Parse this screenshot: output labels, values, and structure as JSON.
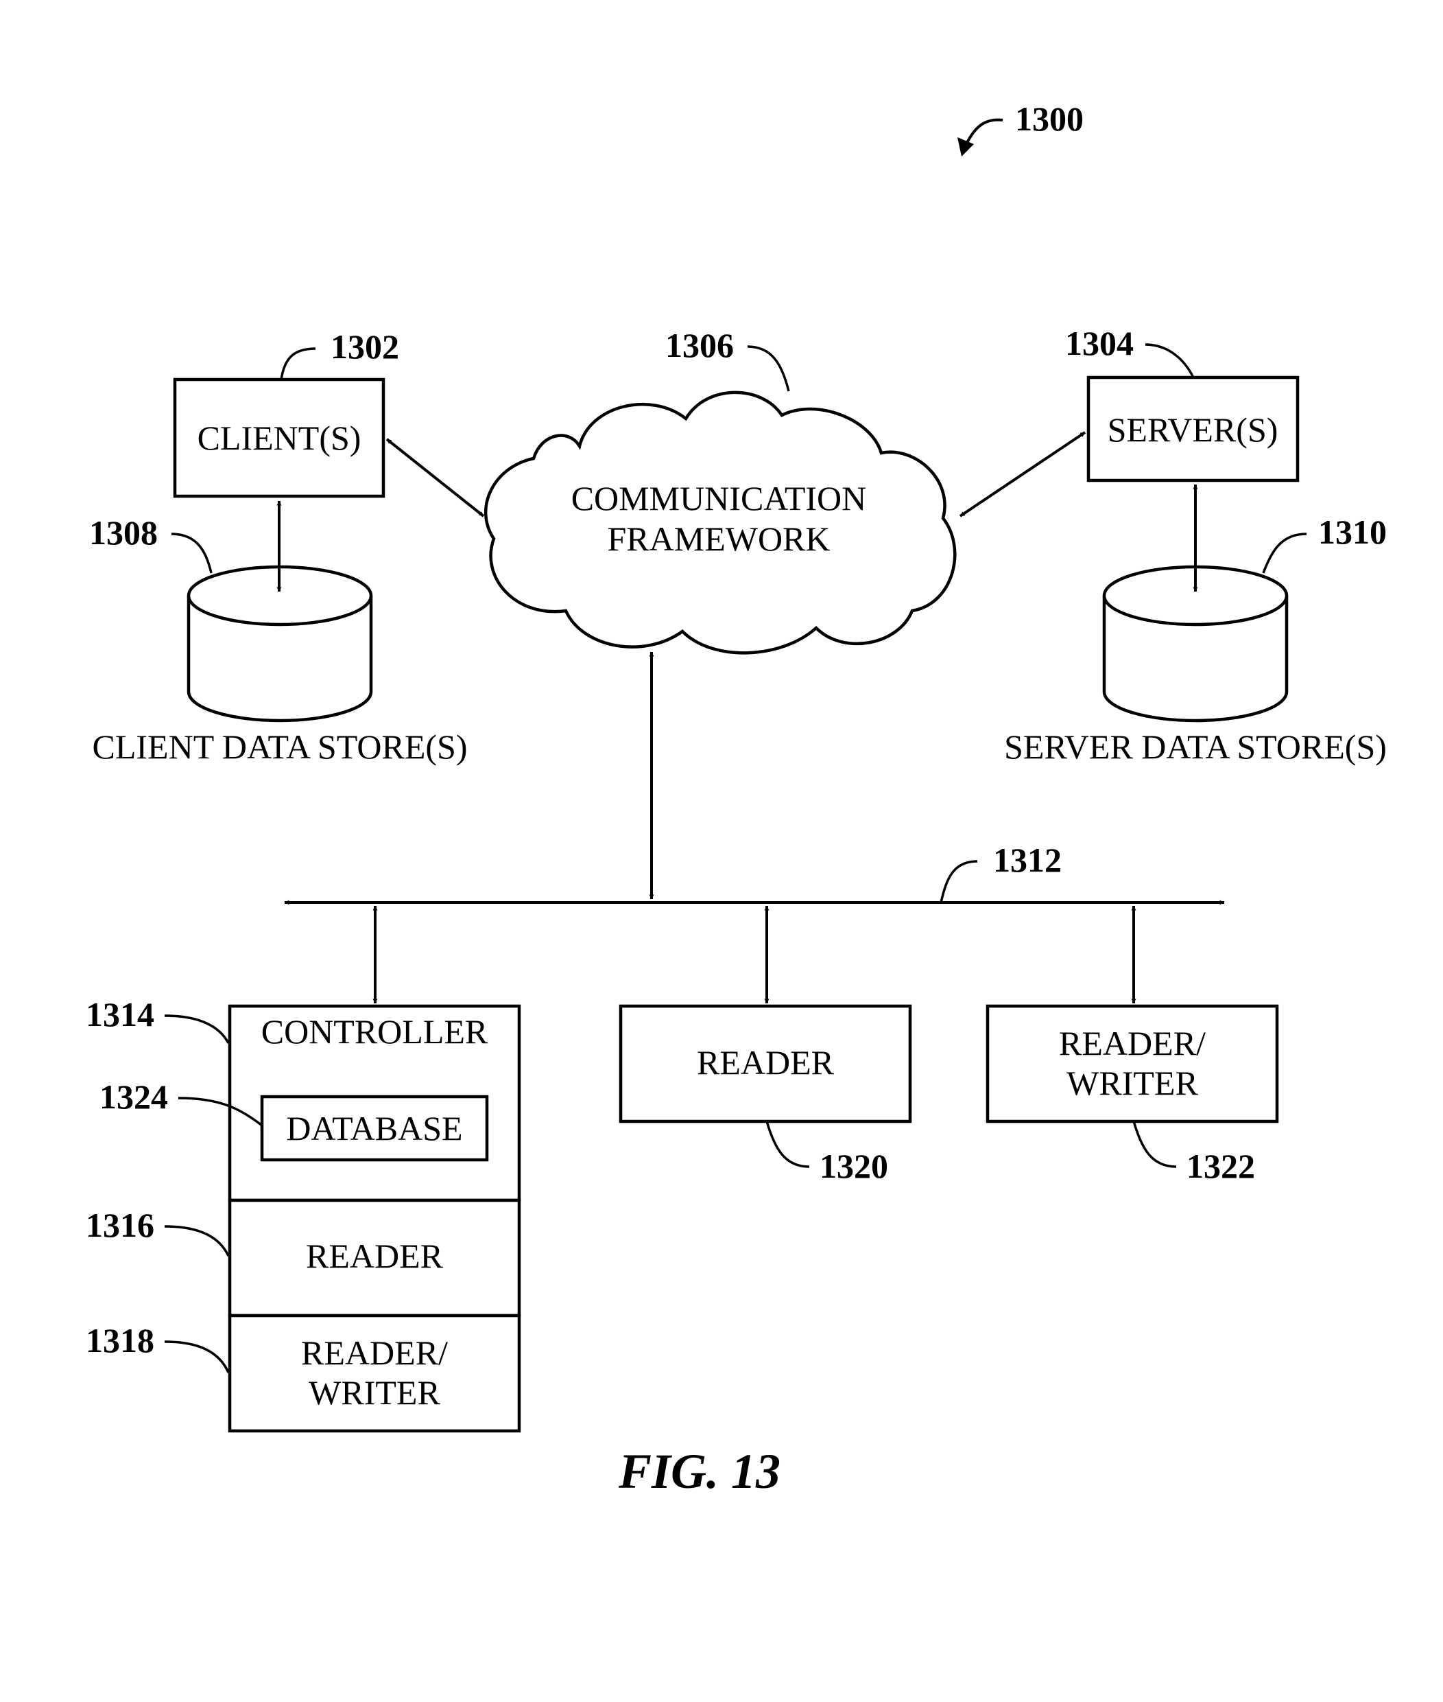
{
  "figure": {
    "ref_number": "1300",
    "caption": "FIG. 13"
  },
  "client": {
    "label": "CLIENT(S)",
    "ref": "1302"
  },
  "server": {
    "label": "SERVER(S)",
    "ref": "1304"
  },
  "communication_framework": {
    "line1": "COMMUNICATION",
    "line2": "FRAMEWORK",
    "ref": "1306"
  },
  "client_data_store": {
    "label": "CLIENT DATA STORE(S)",
    "ref": "1308"
  },
  "server_data_store": {
    "label": "SERVER DATA STORE(S)",
    "ref": "1310"
  },
  "bus": {
    "ref": "1312"
  },
  "controller": {
    "label": "CONTROLLER",
    "ref": "1314",
    "database": {
      "label": "DATABASE",
      "ref": "1324"
    }
  },
  "stack_reader": {
    "label": "READER",
    "ref": "1316"
  },
  "stack_reader_writer": {
    "line1": "READER/",
    "line2": "WRITER",
    "ref": "1318"
  },
  "reader": {
    "label": "READER",
    "ref": "1320"
  },
  "reader_writer": {
    "line1": "READER/",
    "line2": "WRITER",
    "ref": "1322"
  }
}
